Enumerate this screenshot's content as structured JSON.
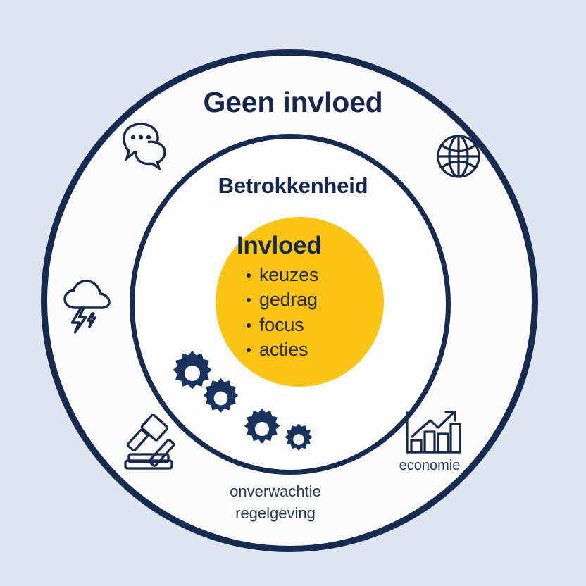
{
  "diagram": {
    "title_outer": "Geen invloed",
    "title_middle": "Betrokkenheid",
    "inner": {
      "title": "Invloed",
      "items": [
        "keuzes",
        "gedrag",
        "focus",
        "acties"
      ]
    },
    "captions": {
      "bottom_line1": "onverwachtie",
      "bottom_line2": "regelgeving",
      "economie": "economie"
    },
    "icons": {
      "chat": "chat-bubbles-icon",
      "globe": "globe-icon",
      "storm": "storm-cloud-lightning-icon",
      "gavel": "gavel-icon",
      "economy": "bar-chart-growth-icon",
      "gears": "gears-icon"
    },
    "colors": {
      "background": "#dde5f0",
      "ring_stroke": "#17284a",
      "ring_fill": "#fbfbfb",
      "inner_fill": "#f9c414",
      "text_dark": "#17284a",
      "caption": "#2c3a57"
    }
  }
}
